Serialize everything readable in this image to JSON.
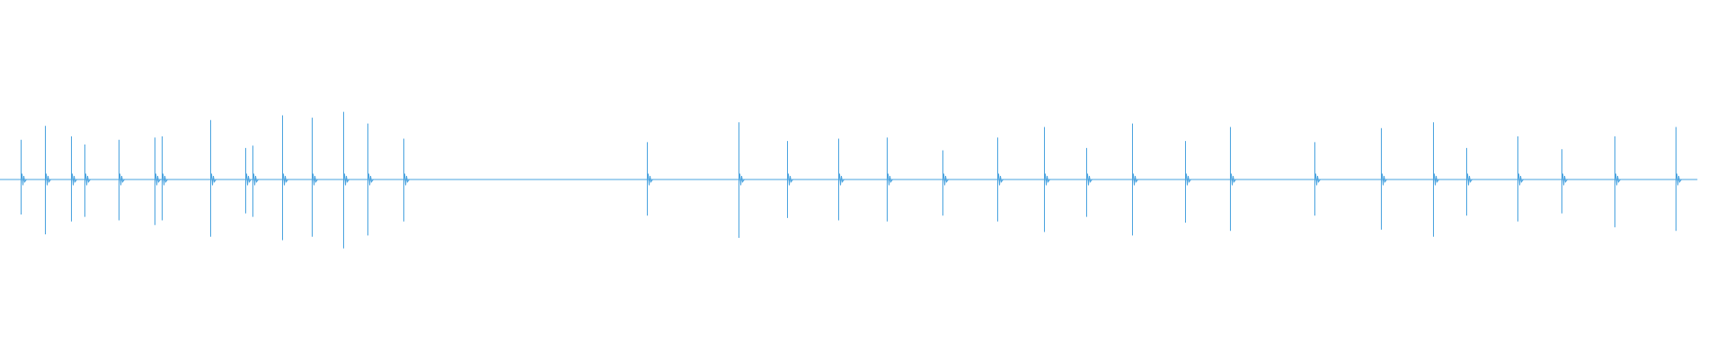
{
  "chart_data": {
    "type": "line",
    "title": "",
    "xlabel": "",
    "ylabel": "",
    "color": "#4aa3df",
    "background": "#ffffff",
    "grid": false,
    "legend": "none",
    "xlim": [
      0,
      1
    ],
    "ylim": [
      -1,
      1
    ],
    "baseline": 0,
    "peaks": [
      {
        "x": 0.0122,
        "up": 0.34,
        "down": 0.3
      },
      {
        "x": 0.0259,
        "up": 0.46,
        "down": 0.47
      },
      {
        "x": 0.0413,
        "up": 0.37,
        "down": 0.36
      },
      {
        "x": 0.0487,
        "up": 0.3,
        "down": 0.32
      },
      {
        "x": 0.0686,
        "up": 0.34,
        "down": 0.35
      },
      {
        "x": 0.0898,
        "up": 0.36,
        "down": 0.39
      },
      {
        "x": 0.0935,
        "up": 0.37,
        "down": 0.35
      },
      {
        "x": 0.1218,
        "up": 0.51,
        "down": 0.49
      },
      {
        "x": 0.1423,
        "up": 0.27,
        "down": 0.29
      },
      {
        "x": 0.1461,
        "up": 0.29,
        "down": 0.32
      },
      {
        "x": 0.1635,
        "up": 0.55,
        "down": 0.52
      },
      {
        "x": 0.1808,
        "up": 0.53,
        "down": 0.49
      },
      {
        "x": 0.1987,
        "up": 0.58,
        "down": 0.59
      },
      {
        "x": 0.2128,
        "up": 0.48,
        "down": 0.48
      },
      {
        "x": 0.234,
        "up": 0.35,
        "down": 0.36
      },
      {
        "x": 0.375,
        "up": 0.32,
        "down": 0.31
      },
      {
        "x": 0.4282,
        "up": 0.49,
        "down": 0.5
      },
      {
        "x": 0.4564,
        "up": 0.33,
        "down": 0.33
      },
      {
        "x": 0.4859,
        "up": 0.35,
        "down": 0.35
      },
      {
        "x": 0.5141,
        "up": 0.36,
        "down": 0.36
      },
      {
        "x": 0.5462,
        "up": 0.25,
        "down": 0.31
      },
      {
        "x": 0.5782,
        "up": 0.36,
        "down": 0.36
      },
      {
        "x": 0.6051,
        "up": 0.45,
        "down": 0.45
      },
      {
        "x": 0.6295,
        "up": 0.27,
        "down": 0.32
      },
      {
        "x": 0.6564,
        "up": 0.48,
        "down": 0.48
      },
      {
        "x": 0.6872,
        "up": 0.33,
        "down": 0.37
      },
      {
        "x": 0.7128,
        "up": 0.45,
        "down": 0.44
      },
      {
        "x": 0.7622,
        "up": 0.32,
        "down": 0.31
      },
      {
        "x": 0.8006,
        "up": 0.44,
        "down": 0.43
      },
      {
        "x": 0.8308,
        "up": 0.49,
        "down": 0.49
      },
      {
        "x": 0.85,
        "up": 0.27,
        "down": 0.31
      },
      {
        "x": 0.8795,
        "up": 0.37,
        "down": 0.36
      },
      {
        "x": 0.9051,
        "up": 0.26,
        "down": 0.29
      },
      {
        "x": 0.9359,
        "up": 0.37,
        "down": 0.41
      },
      {
        "x": 0.9712,
        "up": 0.45,
        "down": 0.44
      }
    ],
    "baseline_start": 0.0,
    "baseline_end": 0.984
  }
}
